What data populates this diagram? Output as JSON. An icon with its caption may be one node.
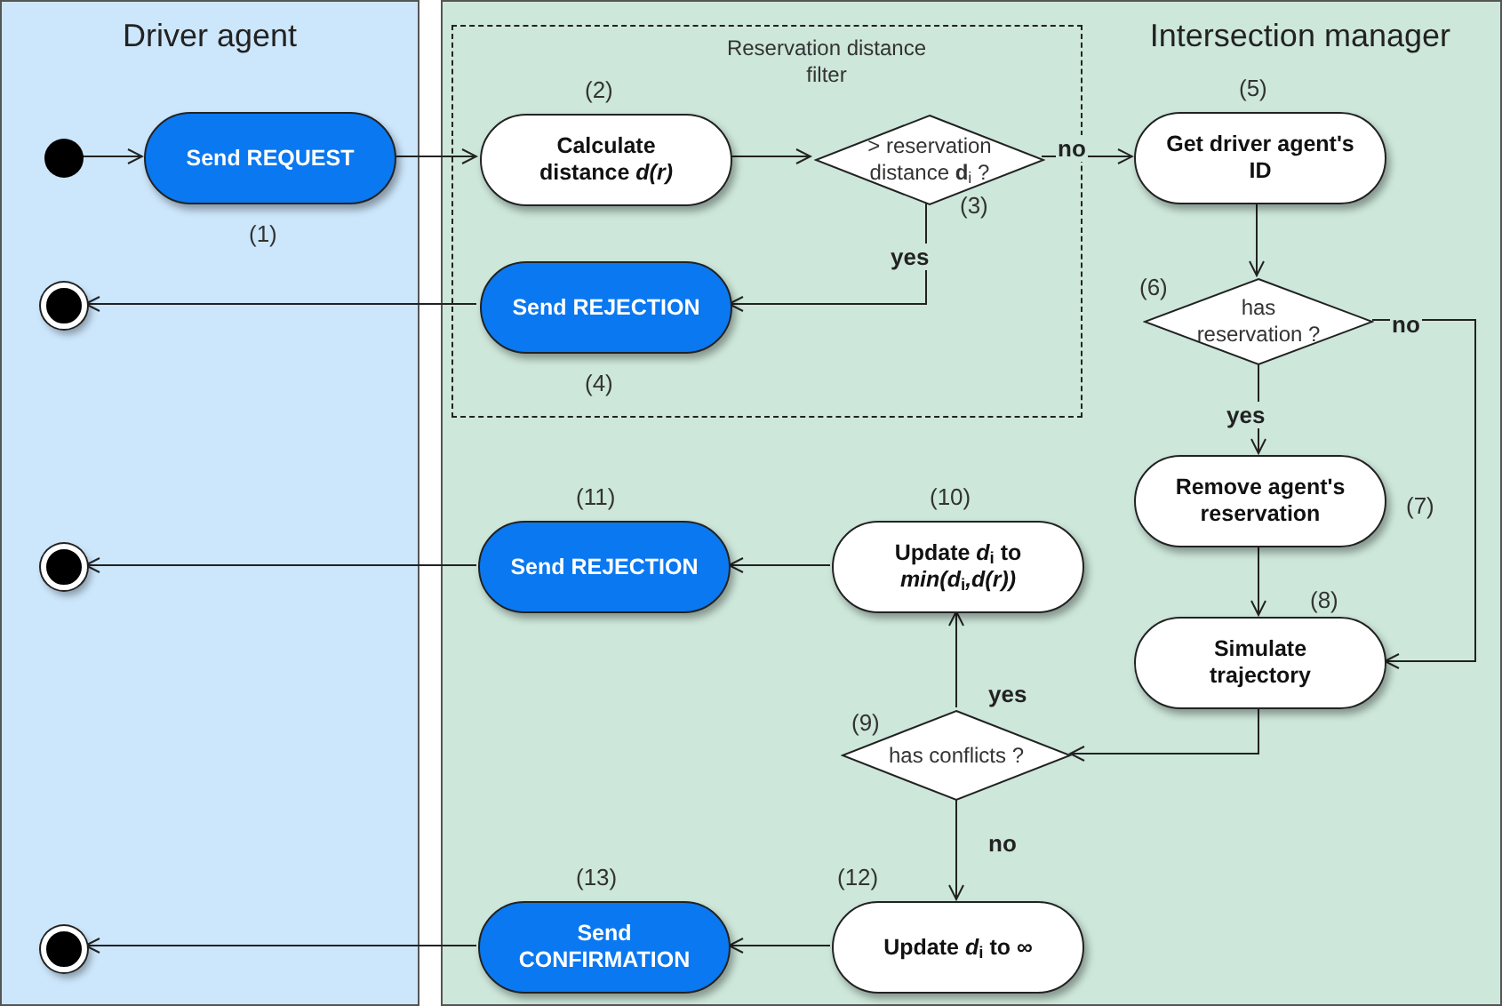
{
  "diagram": {
    "nodes": [
      {
        "text": [
          "Driver agent"
        ]
      },
      {
        "text": [
          "Intersection manager"
        ]
      },
      {
        "text": [
          "Reservation distance filter"
        ],
        "in": 1
      },
      {
        "text": [],
        "shape": "circle",
        "in": 0
      },
      {
        "text": [
          "Send REQUEST"
        ],
        "in": 0,
        "beside": [
          "(1)"
        ]
      },
      {
        "text": [
          "Calculate distance *d(r)*"
        ],
        "in": 2,
        "beside": [
          "(2)"
        ]
      },
      {
        "text": [
          "> reservation distance **d**$_{i}$ ?"
        ],
        "in": 2,
        "beside": [
          "(3)"
        ]
      },
      {
        "text": [
          "Send REJECTION"
        ],
        "in": 2,
        "beside": [
          "(4)"
        ]
      },
      {
        "text": [],
        "shape": "circle",
        "in": 0
      },
      {
        "text": [
          "Get driver agent's ID"
        ],
        "in": 1,
        "beside": [
          "(5)"
        ]
      },
      {
        "text": [
          "has reservation ?"
        ],
        "in": 1,
        "beside": [
          "(6)"
        ]
      },
      {
        "text": [
          "Remove agent's reservation"
        ],
        "in": 1,
        "beside": [
          "(7)"
        ]
      },
      {
        "text": [
          "Simulate trajectory"
        ],
        "in": 1,
        "beside": [
          "(8)"
        ]
      },
      {
        "text": [
          "Send REJECTION"
        ],
        "in": 1,
        "beside": [
          "(11)"
        ]
      },
      {
        "text": [
          "Update *d*$_{i}$ to *min(d*$_{i}$*,d(r))*"
        ],
        "in": 1,
        "beside": [
          "(10)"
        ]
      },
      {
        "text": [
          "has conflicts ?"
        ],
        "in": 1,
        "beside": [
          "(9)"
        ]
      },
      {
        "text": [],
        "shape": "circle",
        "in": 0
      },
      {
        "text": [
          "Send CONFIRMATION"
        ],
        "in": 1,
        "beside": [
          "(13)"
        ]
      },
      {
        "text": [
          "Update *d*$_{i}$ to ∞"
        ],
        "in": 1,
        "beside": [
          "(12)"
        ]
      },
      {
        "text": [],
        "shape": "circle",
        "in": 0
      }
    ],
    "edges": [
      {
        "from": 3,
        "to": 4,
        "arrow": "to"
      },
      {
        "from": 4,
        "to": 5,
        "arrow": "to"
      },
      {
        "from": 5,
        "to": 6,
        "arrow": "to"
      },
      {
        "from": 6,
        "to": 9,
        "arrow": "to",
        "label": "no"
      },
      {
        "from": 6,
        "to": 7,
        "arrow": "to",
        "label": "yes"
      },
      {
        "from": 7,
        "to": 8,
        "arrow": "to"
      },
      {
        "from": 9,
        "to": 10,
        "arrow": "to"
      },
      {
        "from": 10,
        "to": 11,
        "arrow": "to",
        "label": "yes"
      },
      {
        "from": 10,
        "to": 12,
        "arrow": "to",
        "label": "no"
      },
      {
        "from": 11,
        "to": 12,
        "arrow": "to"
      },
      {
        "from": 12,
        "to": 15,
        "arrow": "to"
      },
      {
        "from": 15,
        "to": 14,
        "arrow": "to",
        "label": "yes"
      },
      {
        "from": 15,
        "to": 18,
        "arrow": "to",
        "label": "no"
      },
      {
        "from": 14,
        "to": 13,
        "arrow": "to"
      },
      {
        "from": 13,
        "to": 16,
        "arrow": "to"
      },
      {
        "from": 18,
        "to": 17,
        "arrow": "to"
      },
      {
        "from": 17,
        "to": 19,
        "arrow": "to"
      }
    ]
  }
}
